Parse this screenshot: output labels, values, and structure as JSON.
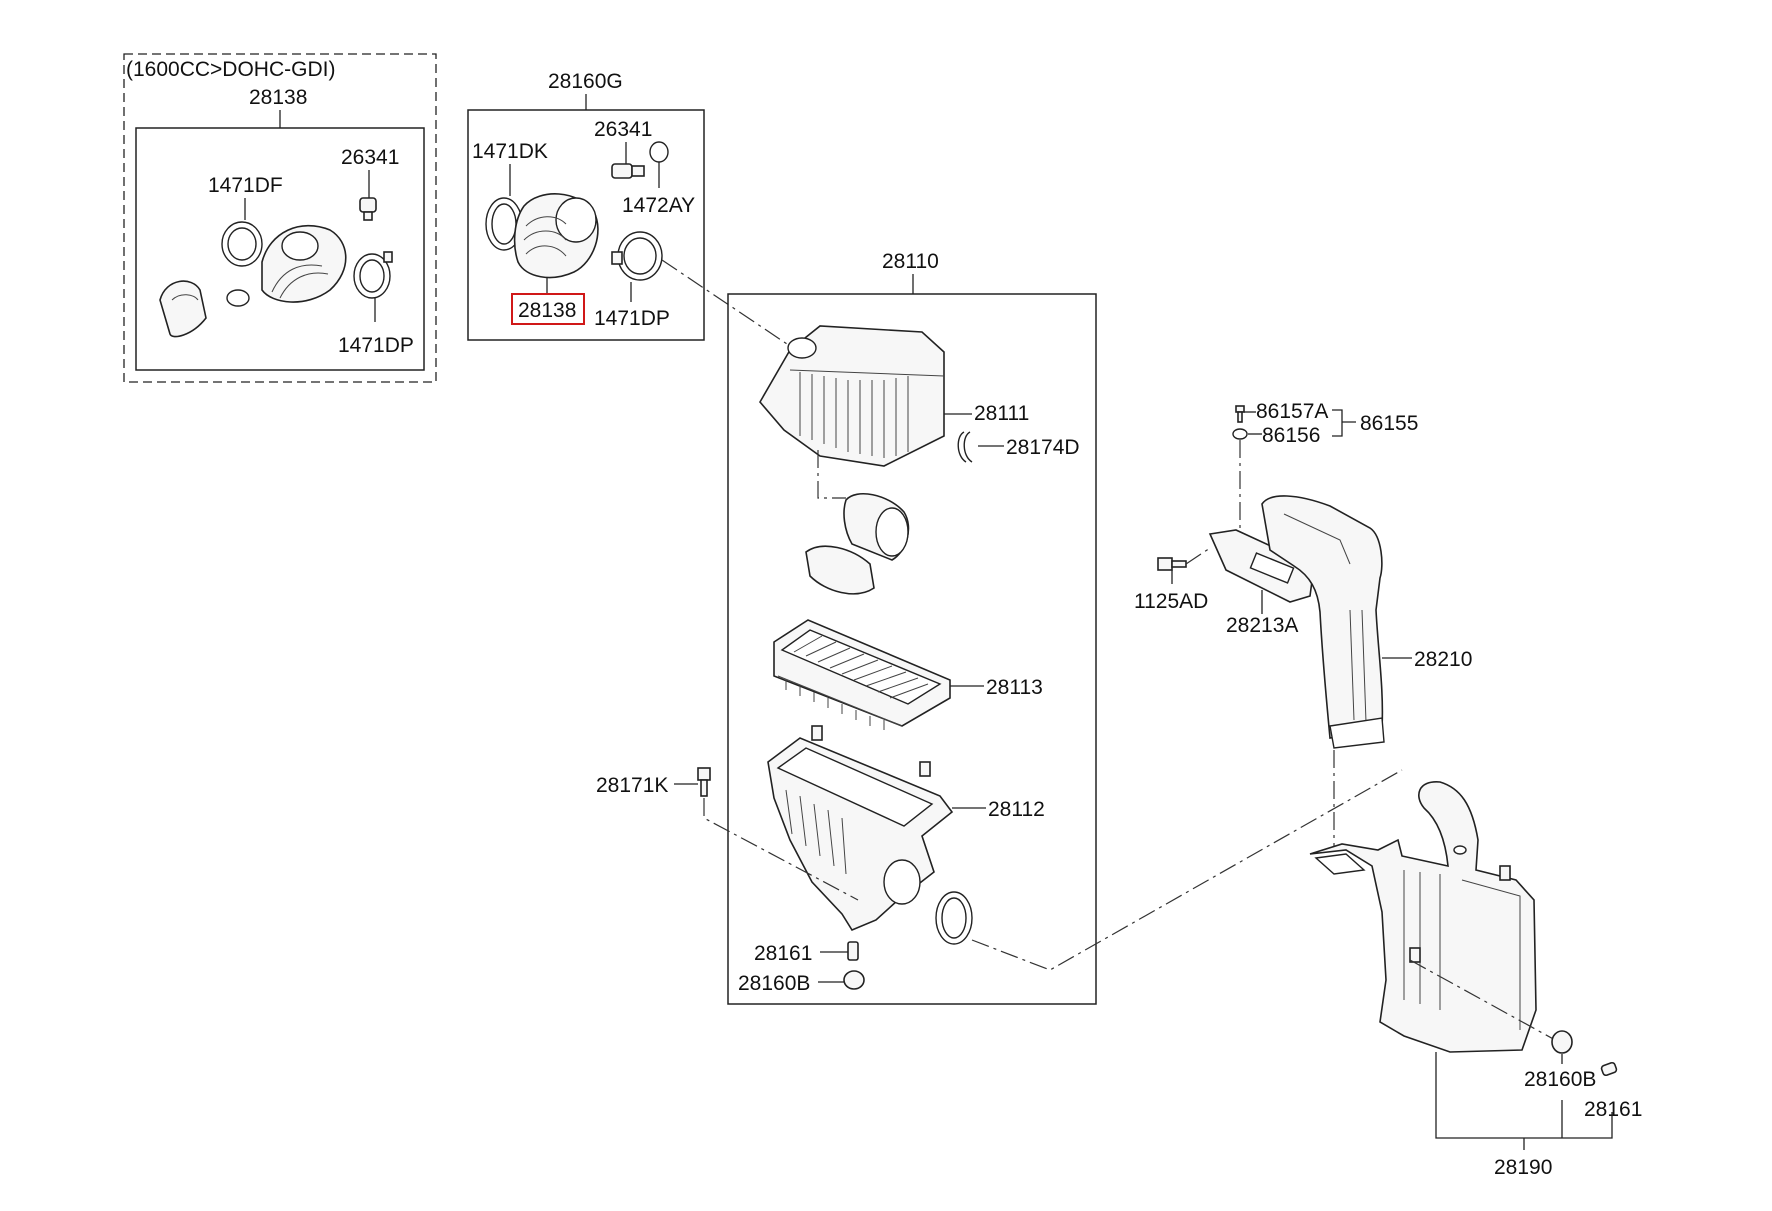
{
  "diagram": {
    "variant_group": {
      "condition_label": "(1600CC>DOHC-GDI)",
      "assembly_label": "28138",
      "parts": {
        "clamp_1471df": "1471DF",
        "sensor_26341": "26341",
        "clamp_1471dp": "1471DP"
      }
    },
    "hose_group": {
      "group_label": "28160G",
      "parts": {
        "clamp_1471dk": "1471DK",
        "sensor_26341": "26341",
        "grommet_1472ay": "1472AY",
        "hose_28138": "28138",
        "clamp_1471dp": "1471DP"
      }
    },
    "cleaner_group": {
      "group_label": "28110",
      "parts": {
        "cover_28111": "28111",
        "clip_28174d": "28174D",
        "filter_28113": "28113",
        "body_28112": "28112",
        "bolt_28171k": "28171K",
        "pin_28161": "28161",
        "bushing_28160b": "28160B"
      }
    },
    "duct_group": {
      "parts": {
        "screw_86157a": "86157A",
        "washer_86156": "86156",
        "set_86155": "86155",
        "bolt_1125ad": "1125AD",
        "bracket_28213a": "28213A",
        "duct_28210": "28210"
      }
    },
    "resonator_group": {
      "group_label": "28190",
      "parts": {
        "bushing_28160b": "28160B",
        "pin_28161": "28161"
      }
    },
    "highlight_color": "#d01818"
  }
}
